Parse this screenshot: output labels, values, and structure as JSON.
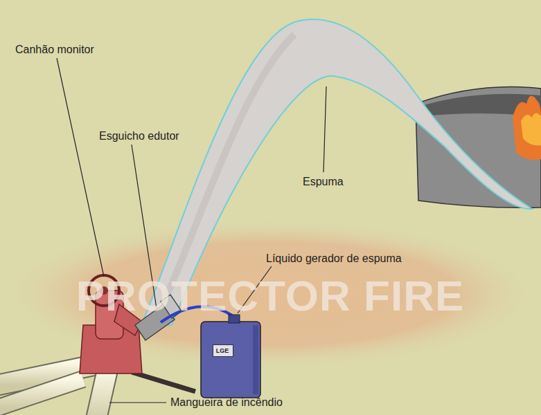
{
  "diagram": {
    "nodes": [
      {
        "text": [
          "LGE"
        ]
      }
    ],
    "labels": [
      "Canhão monitor",
      "Esguicho edutor",
      "Espuma",
      "Líquido gerador de espuma",
      "Mangueira de incêndio",
      "PROTECTOR FIRE"
    ]
  }
}
